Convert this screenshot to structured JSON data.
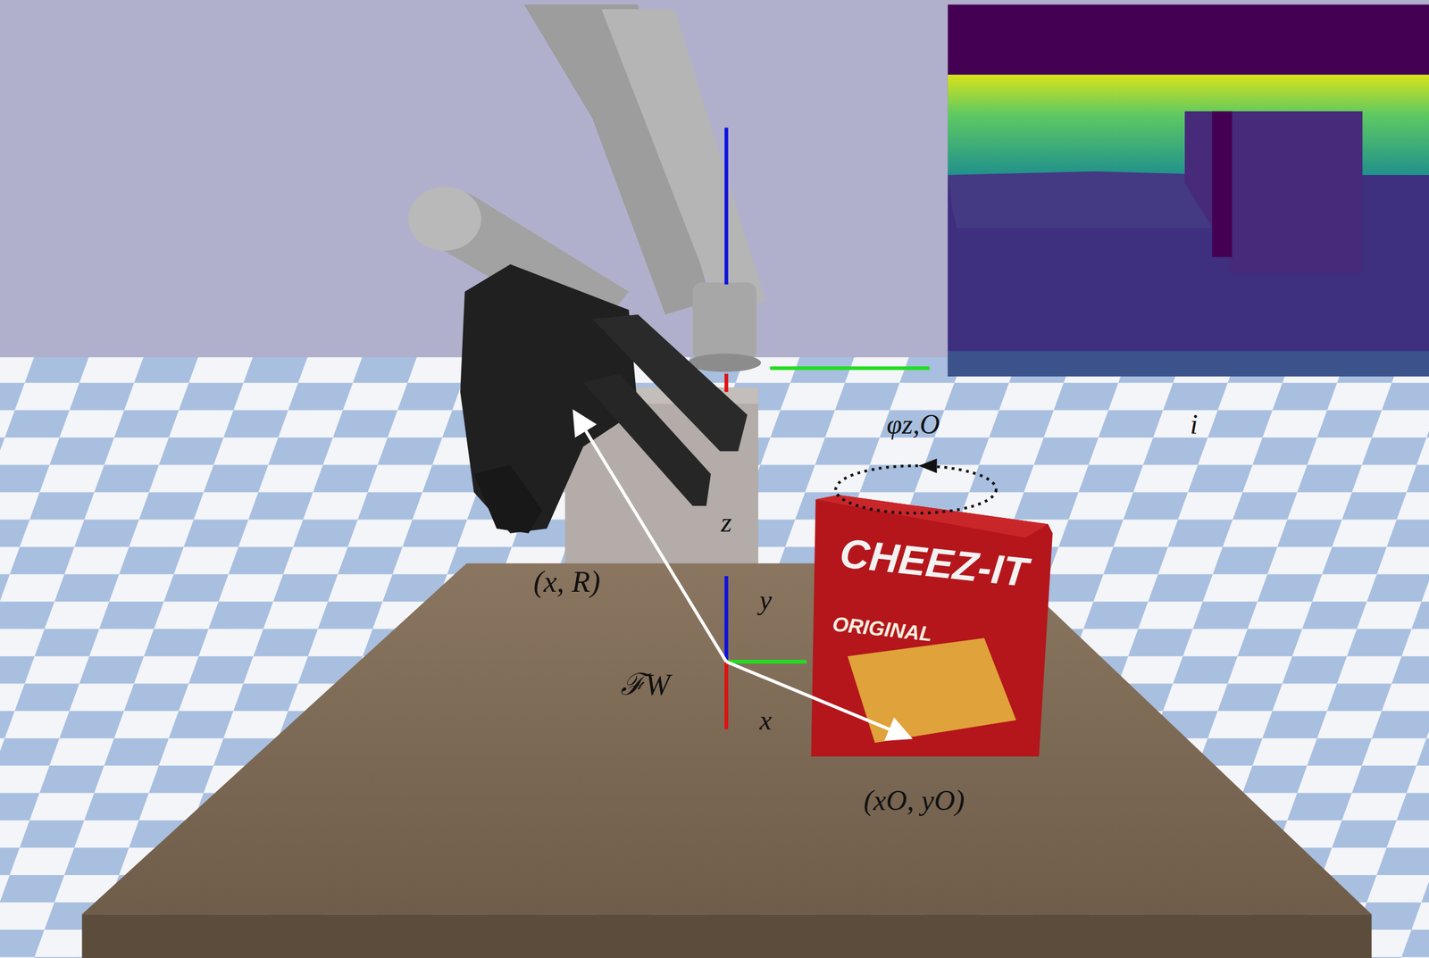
{
  "diagram": {
    "labels": [
      "(x, R)",
      "ℱW",
      "x",
      "y",
      "z",
      "(xO, yO)",
      "φz,O",
      "i",
      "CHEEZ-IT",
      "ORIGINAL"
    ]
  }
}
